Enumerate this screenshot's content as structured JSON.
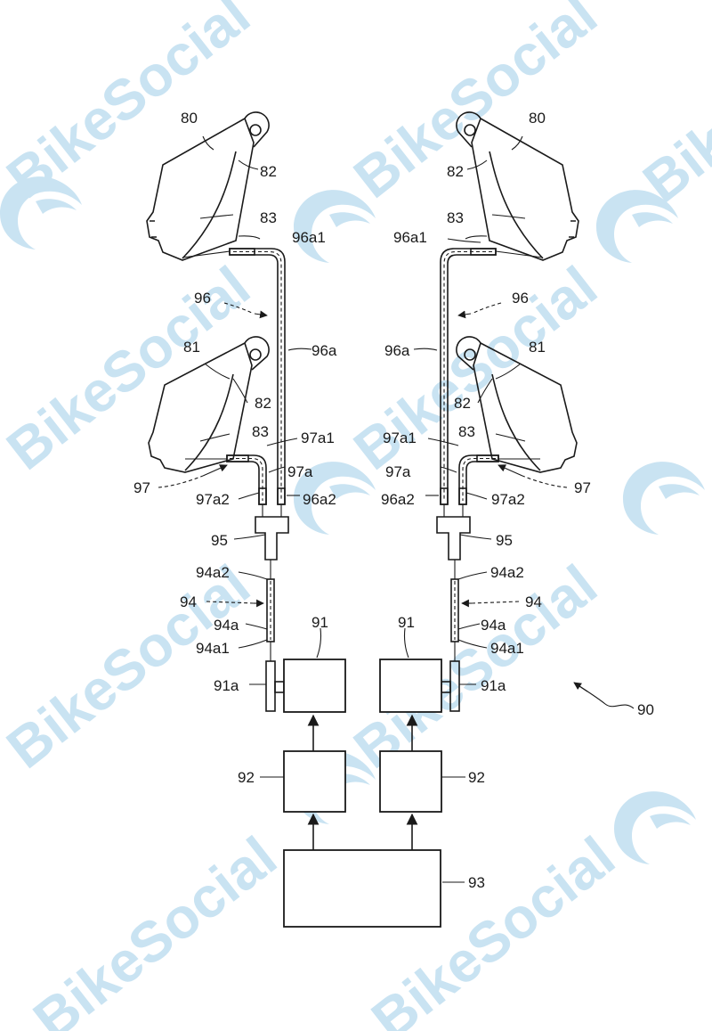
{
  "watermark": {
    "text": "BikeSocial",
    "color": "#c9e3f2"
  },
  "labels": {
    "caliper_upper": "80",
    "caliper_lower": "81",
    "piston": "82",
    "port": "83",
    "hose_upper": "96",
    "hose_upper_tube": "96a",
    "hose_upper_end_top": "96a1",
    "hose_upper_end_bottom": "96a2",
    "hose_lower": "97",
    "hose_lower_tube": "97a",
    "hose_lower_end_top": "97a1",
    "hose_lower_end_bottom": "97a2",
    "joint": "95",
    "hose_main": "94",
    "hose_main_tube": "94a",
    "hose_main_end_top": "94a2",
    "hose_main_end_bottom": "94a1",
    "master_cylinder": "91",
    "master_piston": "91a",
    "actuator": "92",
    "controller": "93",
    "system": "90"
  }
}
